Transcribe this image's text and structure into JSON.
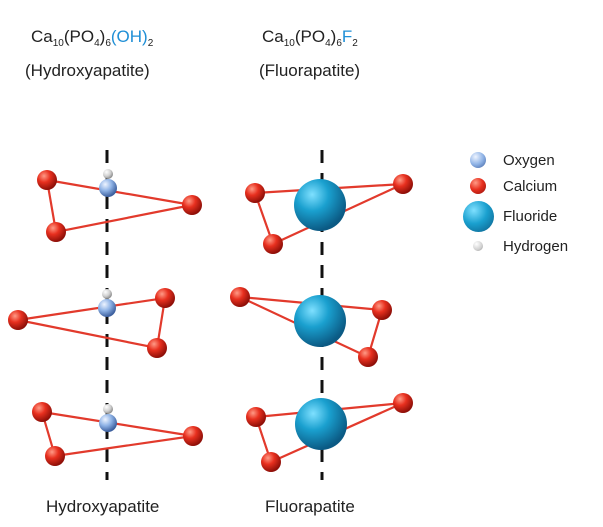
{
  "hydroxy": {
    "formula": {
      "ca": "Ca",
      "ca_sub": "10",
      "po": "(PO",
      "po_sub": "4",
      "po_close": ")",
      "po_close_sub": "6",
      "group": "(OH)",
      "group_sub": "2"
    },
    "name_paren": "(Hydroxyapatite)",
    "bottom_label": "Hydroxyapatite"
  },
  "fluoro": {
    "formula": {
      "ca": "Ca",
      "ca_sub": "10",
      "po": "(PO",
      "po_sub": "4",
      "po_close": ")",
      "po_close_sub": "6",
      "group": "F",
      "group_sub": "2"
    },
    "name_paren": "(Fluorapatite)",
    "bottom_label": "Fluorapatite"
  },
  "legend": [
    {
      "label": "Oxygen",
      "icon": "oxygen-atom-icon"
    },
    {
      "label": "Calcium",
      "icon": "calcium-atom-icon"
    },
    {
      "label": "Fluoride",
      "icon": "fluoride-ion-icon"
    },
    {
      "label": "Hydrogen",
      "icon": "hydrogen-atom-icon"
    }
  ],
  "colors": {
    "oxygen": "#7da7dd",
    "calcium": "#e0261c",
    "fluoride": "#1a9cc9",
    "hydrogen": "#c8c8c8",
    "bond": "#e23a2c",
    "formula_accent": "#1f8fd6"
  }
}
